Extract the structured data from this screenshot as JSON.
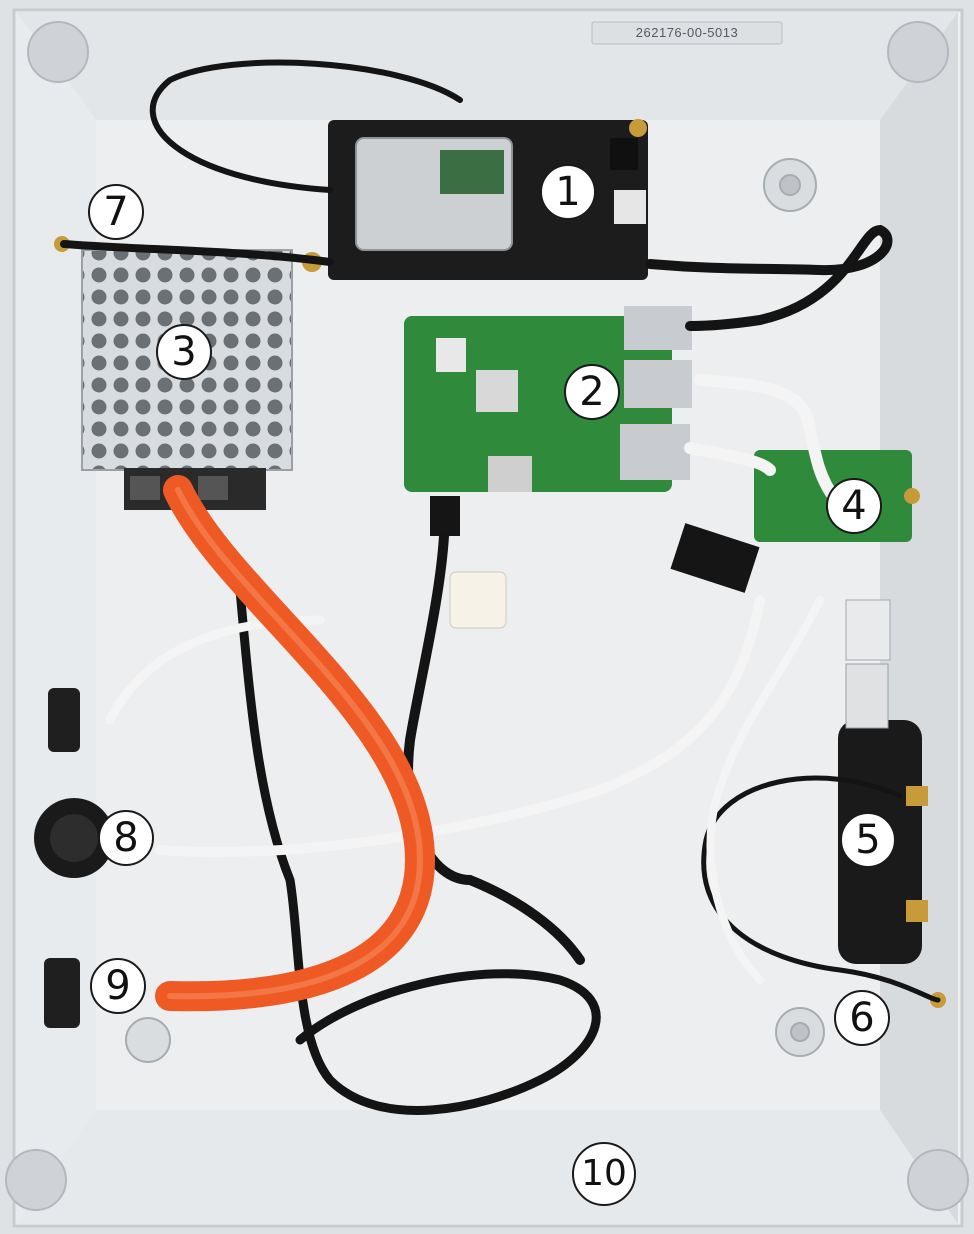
{
  "part_label": "262176-00-5013",
  "callouts": {
    "c1": "1",
    "c2": "2",
    "c3": "3",
    "c4": "4",
    "c5": "5",
    "c6": "6",
    "c7": "7",
    "c8": "8",
    "c9": "9",
    "c10": "10"
  },
  "colors": {
    "enclosure": "#e9ebed",
    "pcb_green": "#2f8a3c",
    "lte_board": "#1c1c1c",
    "orange_cable": "#ef5a24",
    "cable_black": "#141414",
    "cable_white": "#f2f2f2",
    "brass_connector": "#c79a3a"
  }
}
